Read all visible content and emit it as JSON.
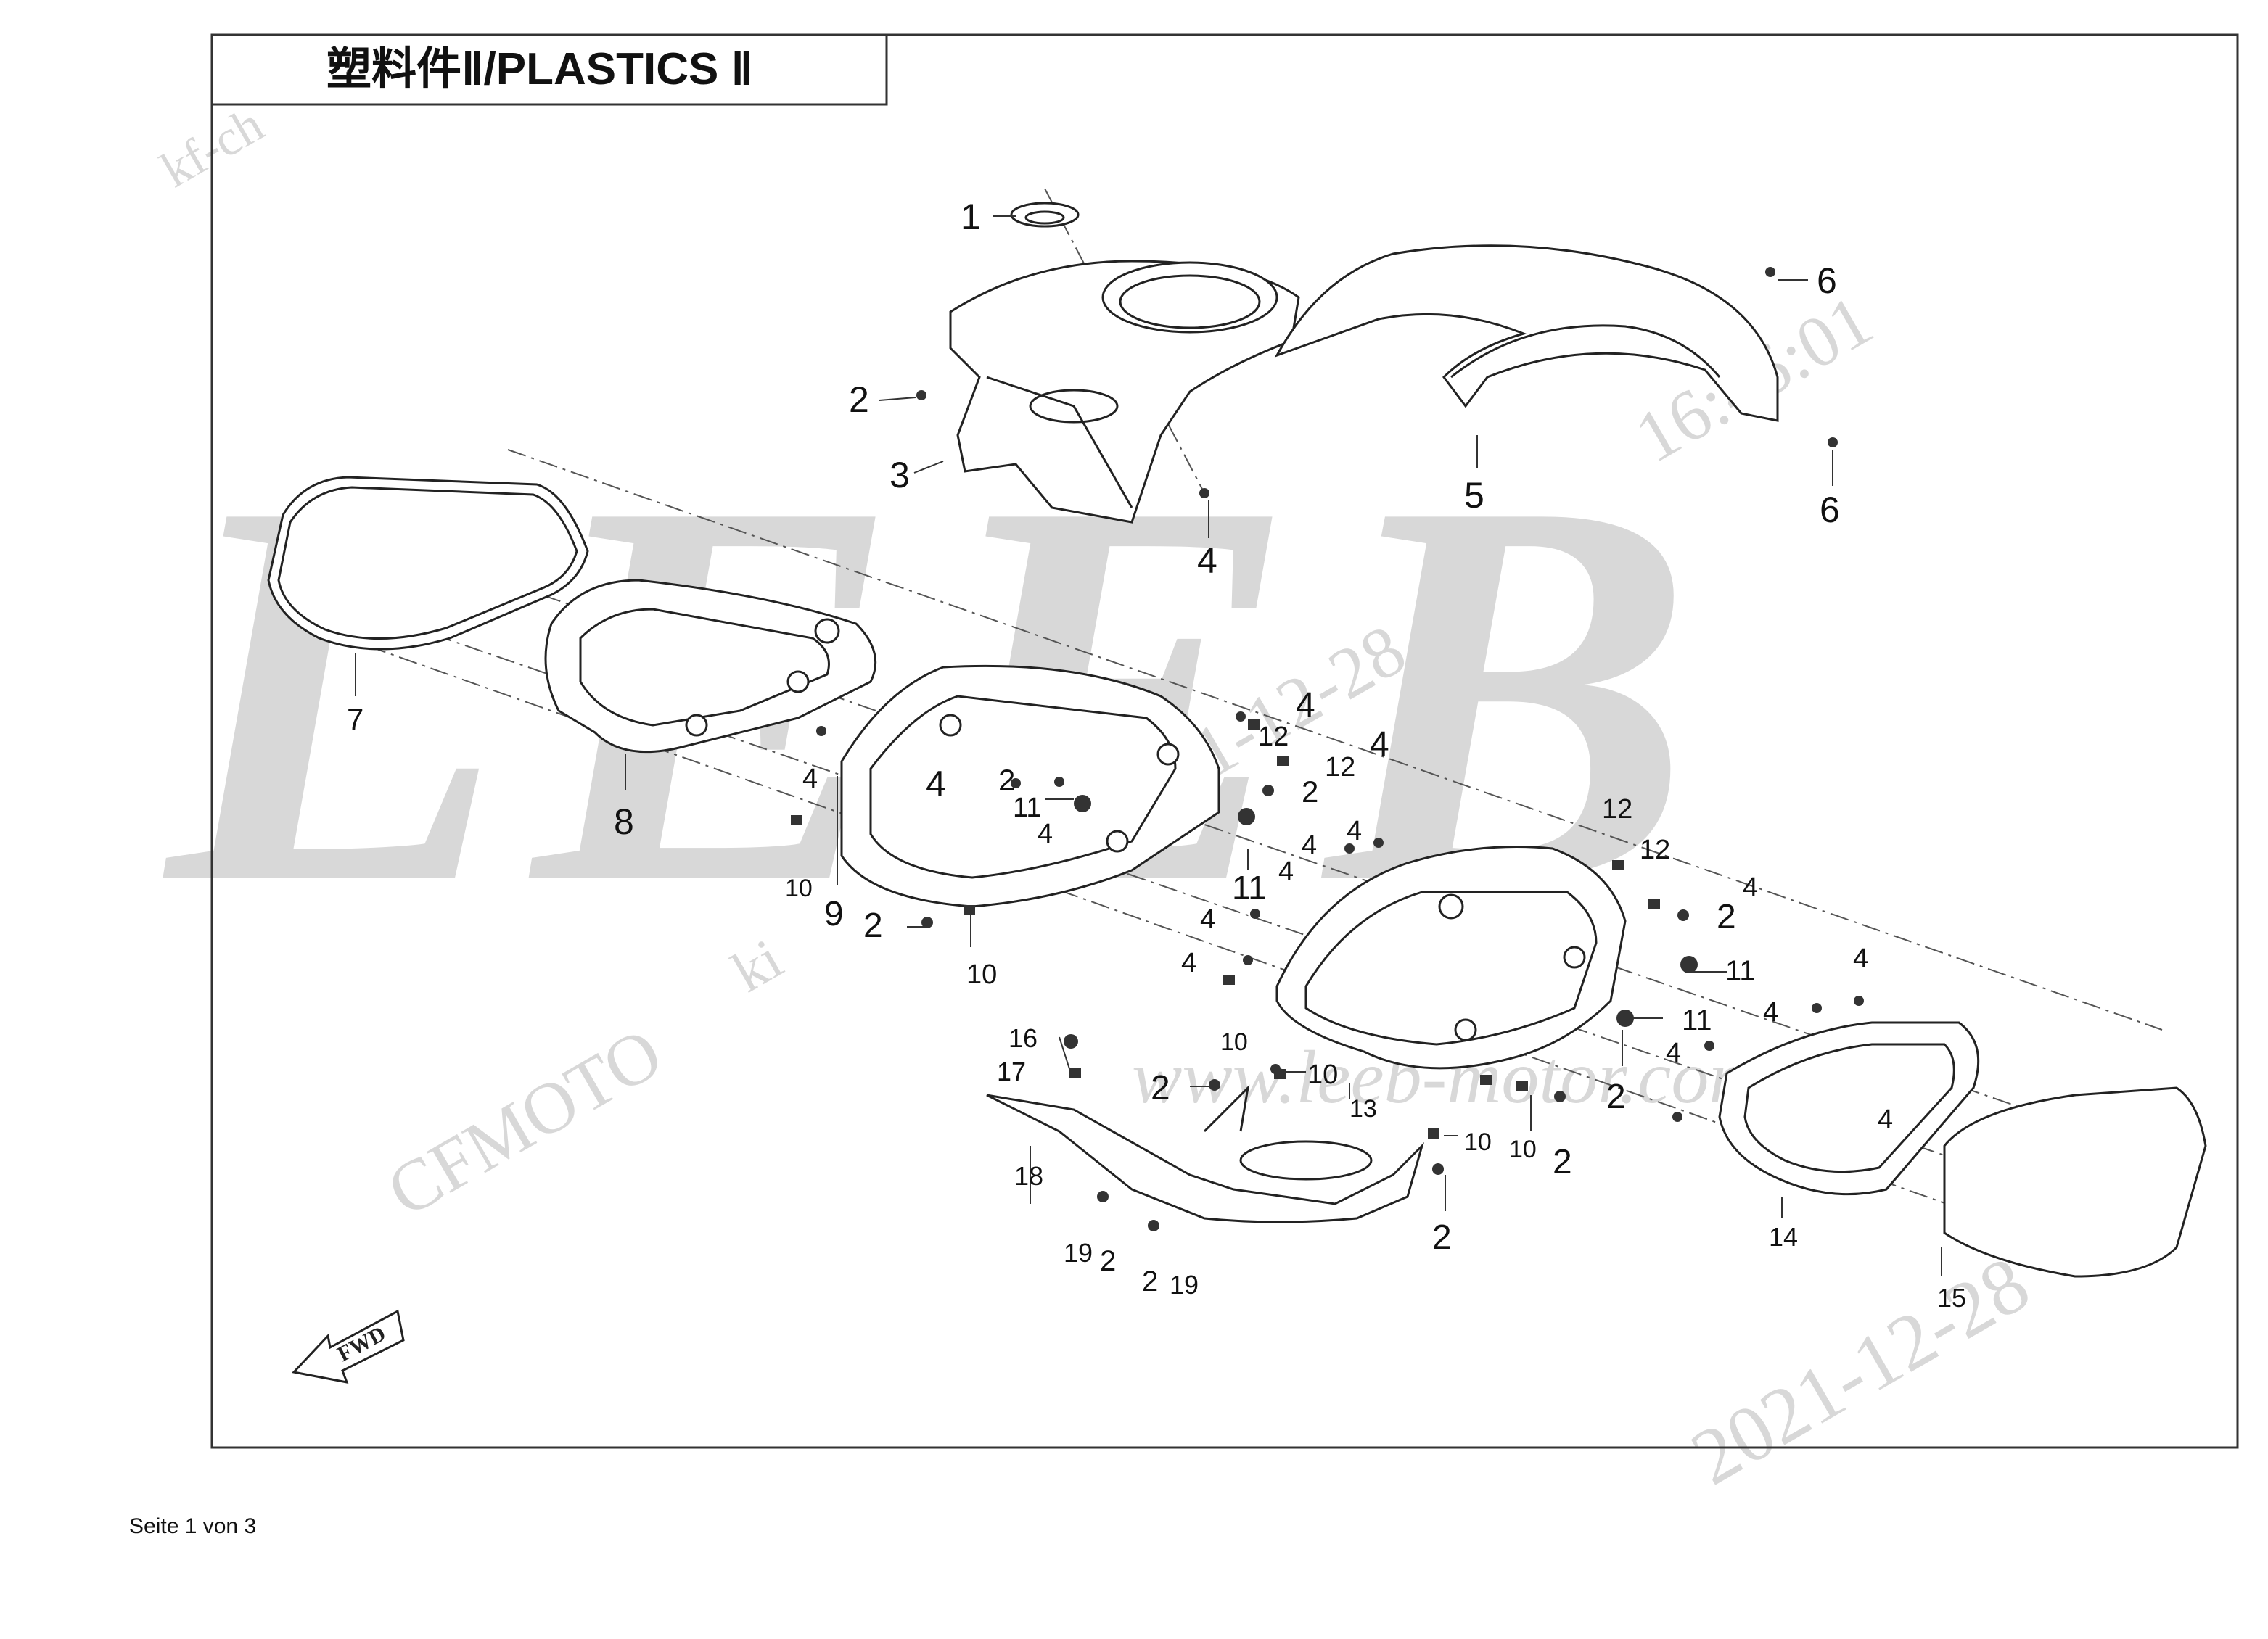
{
  "title": "塑料件Ⅱ/PLASTICS Ⅱ",
  "footer": "Seite 1 von 3",
  "fwd_label": "FWD",
  "watermarks": {
    "brand": "LEEB",
    "maker": "CFMOTO",
    "site": "www.leeb-motor.com",
    "date1": "2021-12-28",
    "time1": "16:45:01",
    "date2": "2021-12-28",
    "user": "kf-ch",
    "user2": "ki"
  },
  "callouts": [
    "1",
    "2",
    "3",
    "4",
    "5",
    "6",
    "6",
    "7",
    "8",
    "4",
    "4",
    "2",
    "11",
    "4",
    "4",
    "12",
    "12",
    "4",
    "2",
    "10",
    "9",
    "2",
    "10",
    "11",
    "4",
    "4",
    "4",
    "4",
    "4",
    "12",
    "12",
    "4",
    "2",
    "11",
    "10",
    "11",
    "4",
    "4",
    "4",
    "4",
    "2",
    "13",
    "10",
    "2",
    "10",
    "16",
    "17",
    "10",
    "2",
    "10",
    "2",
    "18",
    "19",
    "2",
    "2",
    "19",
    "2",
    "14",
    "15"
  ]
}
